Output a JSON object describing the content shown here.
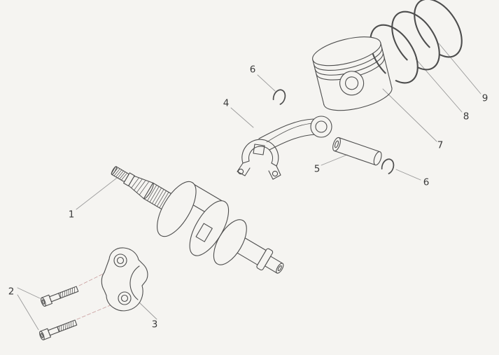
{
  "diagram": {
    "type": "exploded-parts-diagram",
    "colors": {
      "bg": "#f5f4f1",
      "ink": "#4d4d4d",
      "leader": "#9a9a9a",
      "accent": "#c89b9b"
    },
    "callouts": [
      {
        "label": "1",
        "points_to": "crankshaft"
      },
      {
        "label": "2",
        "points_to": "cap-bolts"
      },
      {
        "label": "3",
        "points_to": "bearing-cap"
      },
      {
        "label": "4",
        "points_to": "connecting-rod"
      },
      {
        "label": "5",
        "points_to": "piston-pin"
      },
      {
        "label": "6",
        "points_to": "circlip-upper"
      },
      {
        "label": "6",
        "points_to": "circlip-lower"
      },
      {
        "label": "7",
        "points_to": "piston"
      },
      {
        "label": "8",
        "points_to": "piston-ring-middle"
      },
      {
        "label": "9",
        "points_to": "piston-ring-outer"
      }
    ]
  }
}
